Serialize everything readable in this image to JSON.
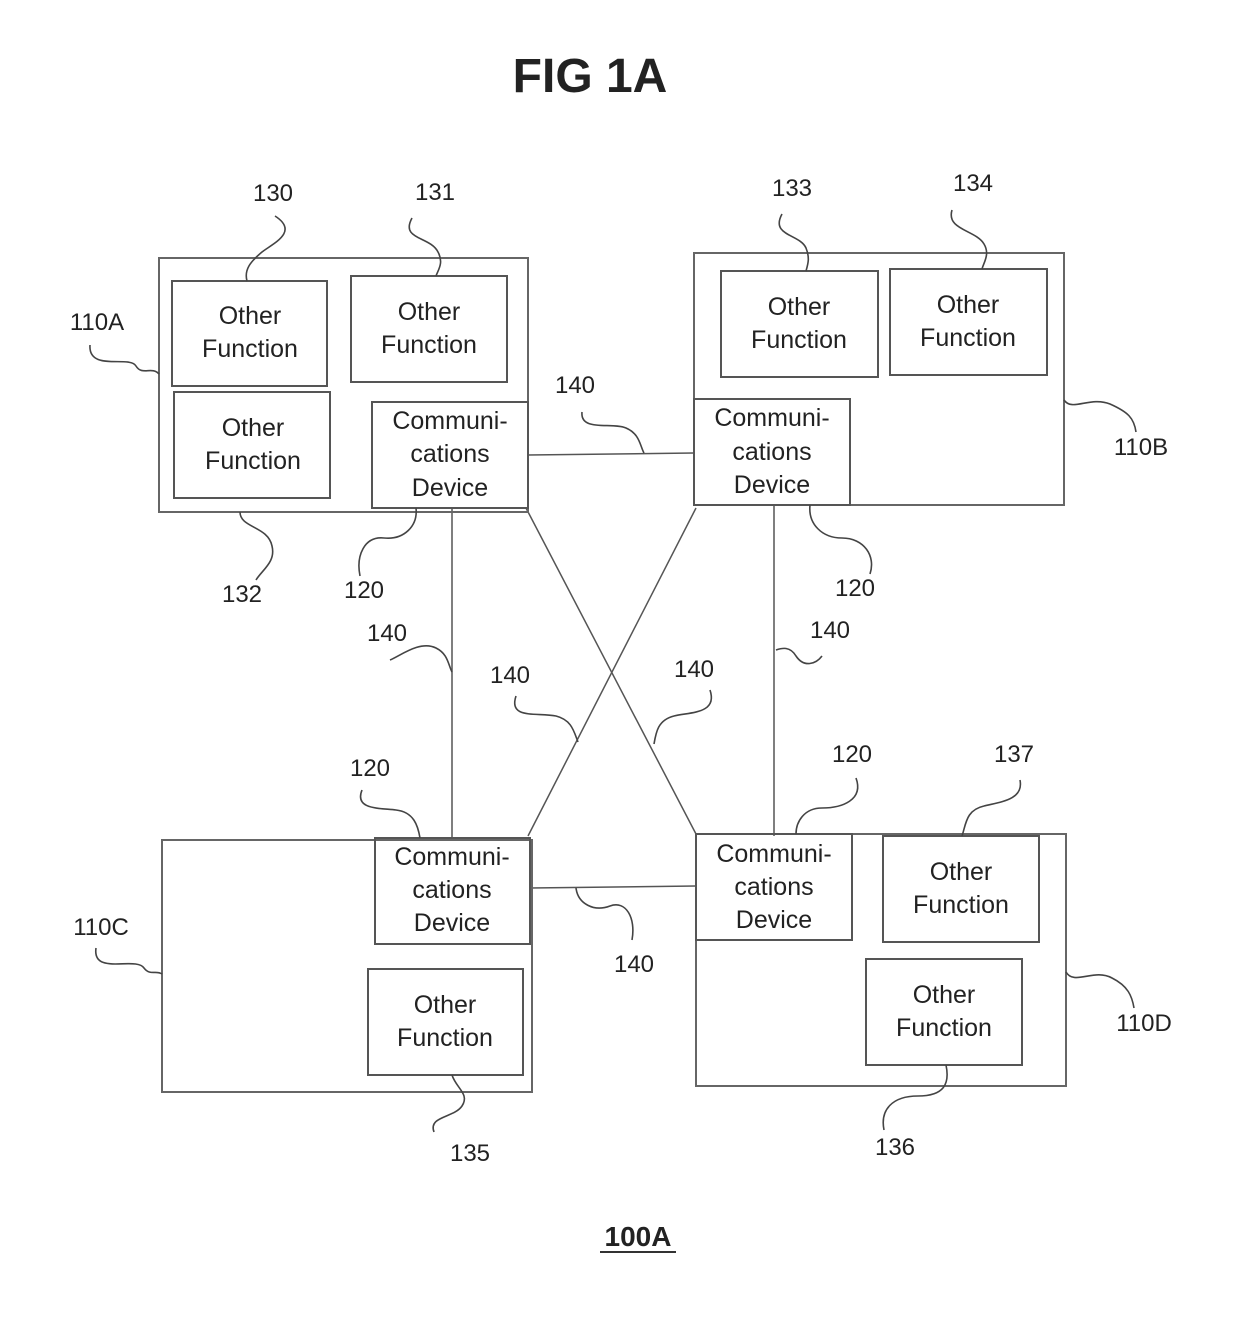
{
  "figure": {
    "title": "FIG 1A",
    "caption": "100A"
  },
  "nodes": [
    {
      "ref": "110A",
      "func_refs": [
        "130",
        "131",
        "132"
      ],
      "comm_ref": "120"
    },
    {
      "ref": "110B",
      "func_refs": [
        "133",
        "134"
      ],
      "comm_ref": "120"
    },
    {
      "ref": "110C",
      "func_refs": [
        "135"
      ],
      "comm_ref": "120"
    },
    {
      "ref": "110D",
      "func_refs": [
        "137",
        "136"
      ],
      "comm_ref": "120"
    }
  ],
  "labels": {
    "other_function": [
      "Other",
      "Function"
    ],
    "comm_device": [
      "Communi-",
      "cations",
      "Device"
    ]
  },
  "link_ref": "140"
}
